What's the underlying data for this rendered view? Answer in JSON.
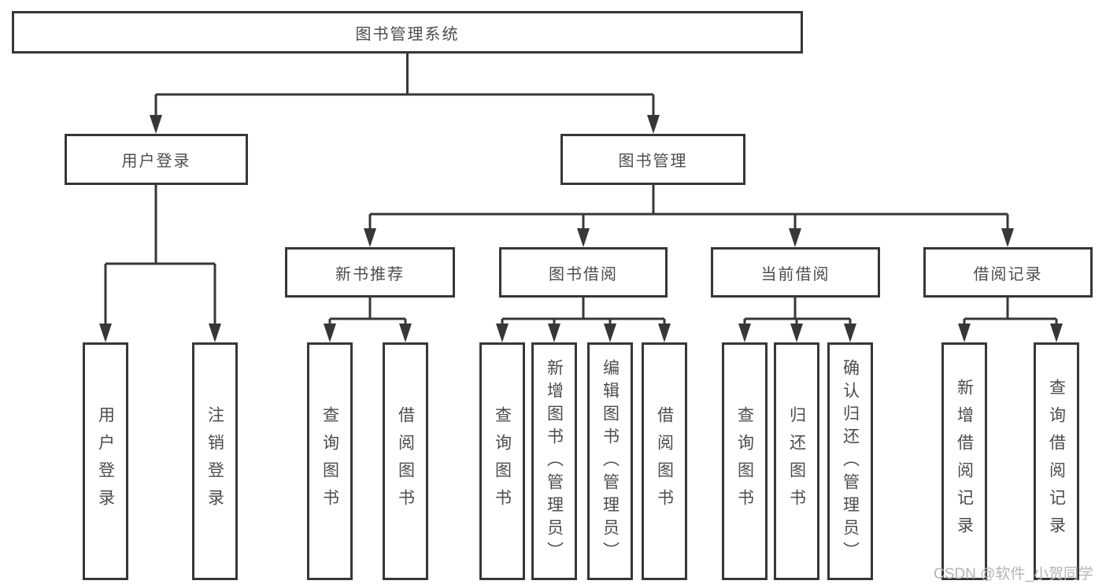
{
  "tree": {
    "root": "图书管理系统",
    "branches": [
      {
        "label": "用户登录",
        "children": [
          "用户登录",
          "注销登录"
        ]
      },
      {
        "label": "图书管理",
        "children": [
          {
            "label": "新书推荐",
            "children": [
              "查询图书",
              "借阅图书"
            ]
          },
          {
            "label": "图书借阅",
            "children": [
              "查询图书",
              "新增图书（管理员）",
              "编辑图书（管理员）",
              "借阅图书"
            ]
          },
          {
            "label": "当前借阅",
            "children": [
              "查询图书",
              "归还图书",
              "确认归还（管理员）"
            ]
          },
          {
            "label": "借阅记录",
            "children": [
              "新增借阅记录",
              "查询借阅记录"
            ]
          }
        ]
      }
    ]
  },
  "watermark": "CSDN @软件_小贺同学",
  "colors": {
    "line": "#373737",
    "box_border": "#373737",
    "text": "#4c4c4c",
    "watermark": "#b2b5bc",
    "background": "#ffffff"
  }
}
